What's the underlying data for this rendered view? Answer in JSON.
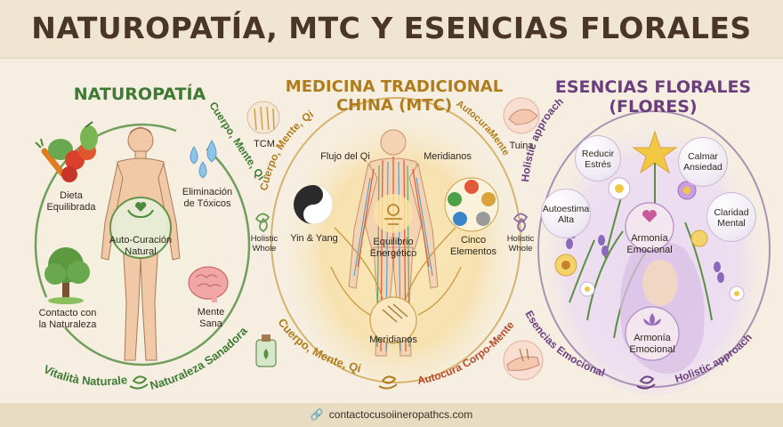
{
  "title": "NATUROPATÍA, MTC Y ESENCIAS FLORALES",
  "naturopatia": {
    "title": "NATUROPATÍA",
    "dieta": "Dieta\nEquilibrada",
    "toxicos": "Eliminación\nde Tóxicos",
    "autocuracion": "Auto-Curación\nNatural",
    "contacto": "Contacto con\nla Naturaleza",
    "mente": "Mente\nSana",
    "arc_left": "Vitalità Naturale",
    "arc_right": "Naturaleza Sanadora"
  },
  "link_left": {
    "arc_text": "Cuerpo, Mente, Qi",
    "tcm": "TCM",
    "holistic": "Holistic\nWhole"
  },
  "mtc": {
    "title": "MEDICINA TRADICIONAL\nCHINA (MTC)",
    "flujo": "Flujo del Qi",
    "meridianos_top": "Meridianos",
    "yin_yang": "Yin & Yang",
    "equilibrio": "Equilibrio\nEnergético",
    "cinco": "Cinco\nElementos",
    "meridianos_bottom": "Meridianos",
    "arc_top_left": "Cuerpo, Mente, Qi",
    "arc_top_right": "AutocuraMente",
    "arc_bottom_left": "Cuerpo, Mente, Qi",
    "arc_bottom_right": "Autocura Corpo-Mente"
  },
  "link_right": {
    "tuina": "Tuina",
    "holistic_approach": "Holistic approach",
    "holistic": "Holistic\nWhole"
  },
  "flores": {
    "title": "ESENCIAS FLORALES\n(FLORES)",
    "reducir": "Reducir\nEstrés",
    "calmar": "Calmar\nAnsiedad",
    "autoestima": "Autoestima\nAlta",
    "claridad": "Claridad\nMental",
    "armonia_top": "Armonía\nEmocional",
    "armonia_bottom": "Armonía\nEmocional",
    "arc_left": "Esencias Emocional",
    "arc_right": "Holistic approach"
  },
  "footer": {
    "link": "contactocusoiineropathcs.com"
  },
  "colors": {
    "naturopatia": "#3f7a34",
    "mtc": "#b07d1e",
    "flores": "#6b3f7e",
    "arc_red": "#b84a2a",
    "title": "#4a3628"
  },
  "icons": [
    "tomato-icon",
    "water-drops-icon",
    "tree-icon",
    "brain-icon",
    "acupuncture-needles-icon",
    "hand-massage-icon",
    "yin-yang-icon",
    "five-elements-icon",
    "bottle-icon",
    "heart-hands-icon",
    "lotus-icon",
    "heart-icon",
    "link-icon"
  ]
}
